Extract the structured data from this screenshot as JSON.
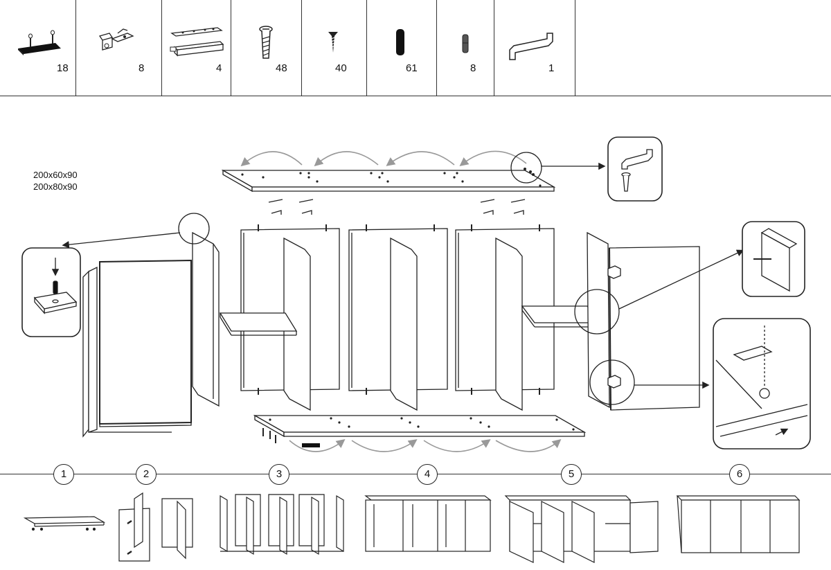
{
  "dimensions": [
    "200x60x90",
    "200x80x90"
  ],
  "parts": [
    {
      "icon": "shelf-support-pin-icon",
      "count": "18"
    },
    {
      "icon": "hinge-icon",
      "count": "8"
    },
    {
      "icon": "hanging-bracket-icon",
      "count": "4"
    },
    {
      "icon": "cam-screw-icon",
      "count": "48"
    },
    {
      "icon": "wood-screw-icon",
      "count": "40"
    },
    {
      "icon": "wooden-dowel-icon",
      "count": "61"
    },
    {
      "icon": "cam-dowel-icon",
      "count": "8"
    },
    {
      "icon": "allen-key-icon",
      "count": "1"
    }
  ],
  "steps": [
    "1",
    "2",
    "3",
    "4",
    "5",
    "6"
  ]
}
